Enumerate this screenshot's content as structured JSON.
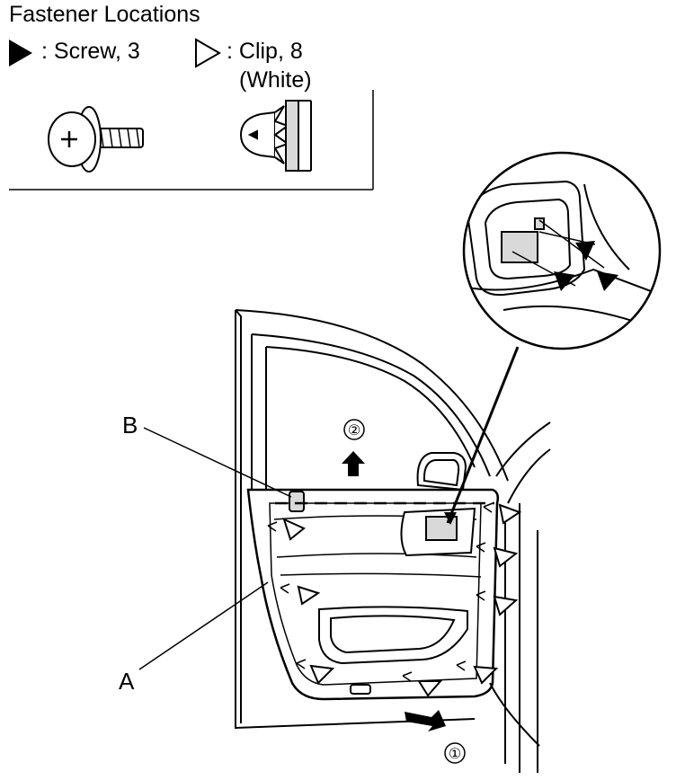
{
  "title": "Fastener Locations",
  "legend": {
    "screw": {
      "icon": "filled-triangle-icon",
      "label": ": Screw, 3"
    },
    "clip": {
      "icon": "outline-triangle-icon",
      "label": ": Clip, 8",
      "color_note": "(White)"
    }
  },
  "callouts": {
    "a": "A",
    "b": "B"
  },
  "steps": {
    "step_1": "①",
    "step_2": "②"
  },
  "colors": {
    "ink": "#000000",
    "paper": "#ffffff",
    "panel_shade": "#d9d9d9"
  }
}
